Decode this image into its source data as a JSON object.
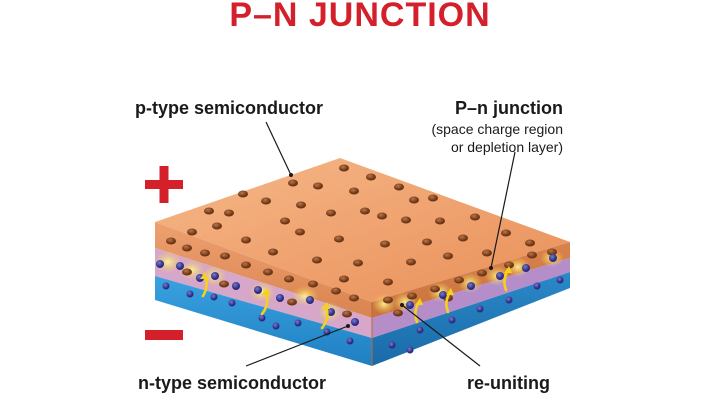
{
  "title": "P–N JUNCTION",
  "labels": {
    "p_type": "p-type semiconductor",
    "pn_junction": "P–n junction",
    "pn_junction_desc_line1": "(space charge region",
    "pn_junction_desc_line2": "or depletion layer)",
    "n_type": "n-type semiconductor",
    "re_uniting": "re-uniting",
    "plus": "+",
    "minus": "−"
  },
  "colors": {
    "title": "#d3202a",
    "p_layer_top": "#f0a06a",
    "p_layer_side": "#e9915a",
    "n_layer_side": "#2a8fd0",
    "depletion": "#c8a0d8",
    "hole": "#8a4a22",
    "electron": "#3a3a9a",
    "arrow": "#f5d21a",
    "sign": "#d3202a"
  }
}
